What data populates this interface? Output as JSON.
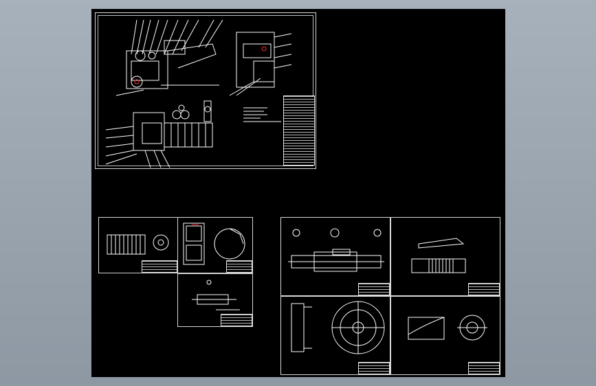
{
  "viewport": {
    "background": "#000000",
    "line_color": "#ffffff",
    "accent_color": "#ff2a2a"
  },
  "sheets": [
    {
      "id": "assembly-sheet",
      "kind": "assembly drawing"
    },
    {
      "id": "part-sheet-1"
    },
    {
      "id": "part-sheet-2"
    },
    {
      "id": "part-sheet-3"
    },
    {
      "id": "part-sheet-4"
    },
    {
      "id": "part-sheet-5"
    },
    {
      "id": "part-sheet-6"
    },
    {
      "id": "part-sheet-7"
    }
  ]
}
